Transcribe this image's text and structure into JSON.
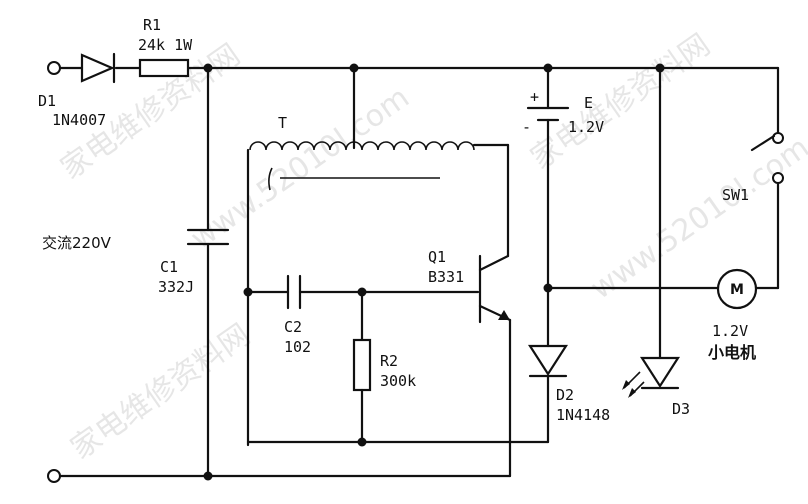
{
  "components": {
    "d1": {
      "ref": "D1",
      "value": "1N4007"
    },
    "r1": {
      "ref": "R1",
      "value": "24k 1W"
    },
    "c1": {
      "ref": "C1",
      "value": "332J"
    },
    "c2": {
      "ref": "C2",
      "value": "102"
    },
    "r2": {
      "ref": "R2",
      "value": "300k"
    },
    "t": {
      "ref": "T"
    },
    "q1": {
      "ref": "Q1",
      "value": "B331"
    },
    "e": {
      "ref": "E",
      "value": "1.2V"
    },
    "d2": {
      "ref": "D2",
      "value": "1N4148"
    },
    "d3": {
      "ref": "D3"
    },
    "sw1": {
      "ref": "SW1"
    },
    "m": {
      "ref": "M",
      "value": "1.2V",
      "name": "小电机"
    }
  },
  "input_label": "交流220V",
  "battery_plus": "+",
  "battery_minus": "-",
  "watermark": {
    "text1": "家电维修资料网",
    "text2": "www.52010l.com"
  }
}
